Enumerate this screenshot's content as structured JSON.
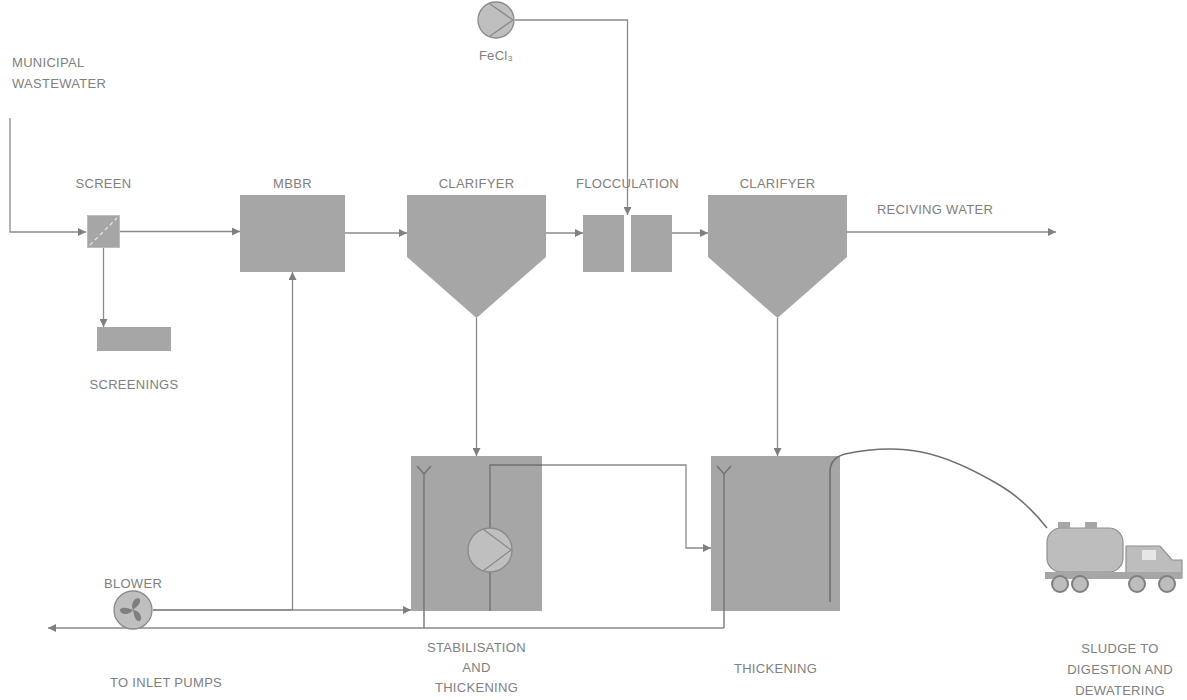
{
  "diagram": {
    "nodes": [
      {
        "text": [
          "FeCl₃"
        ]
      },
      {
        "text": [
          "SCREEN"
        ]
      },
      {
        "text": [
          "MBBR"
        ]
      },
      {
        "text": [
          "CLARIFYER"
        ]
      },
      {
        "text": [
          "FLOCCULATION"
        ]
      },
      {
        "text": [
          "CLARIFYER"
        ]
      },
      {
        "text": [
          "SCREENINGS"
        ]
      },
      {
        "text": [
          "BLOWER"
        ]
      },
      {
        "text": [
          "STABILISATION AND THICKENING"
        ]
      },
      {
        "text": [
          "THICKENING"
        ]
      }
    ],
    "edges": [
      {
        "from": 1,
        "to": 2,
        "arrow": "to"
      },
      {
        "from": 1,
        "to": 6,
        "arrow": "to"
      },
      {
        "from": 2,
        "to": 3,
        "arrow": "to"
      },
      {
        "from": 3,
        "to": 4,
        "arrow": "to"
      },
      {
        "from": 0,
        "to": 4,
        "arrow": "to"
      },
      {
        "from": 4,
        "to": 5,
        "arrow": "to"
      },
      {
        "from": 3,
        "to": 8,
        "arrow": "to"
      },
      {
        "from": 5,
        "to": 9,
        "arrow": "to"
      },
      {
        "from": 7,
        "to": 2,
        "arrow": "to"
      },
      {
        "from": 7,
        "to": 8,
        "arrow": "to"
      },
      {
        "from": 8,
        "to": 9,
        "arrow": "to"
      }
    ],
    "labels": [
      "MUNICIPAL WASTEWATER",
      "RECIVING WATER",
      "TO INLET PUMPS",
      "SLUDGE TO DIGESTION AND DEWATERING"
    ]
  }
}
